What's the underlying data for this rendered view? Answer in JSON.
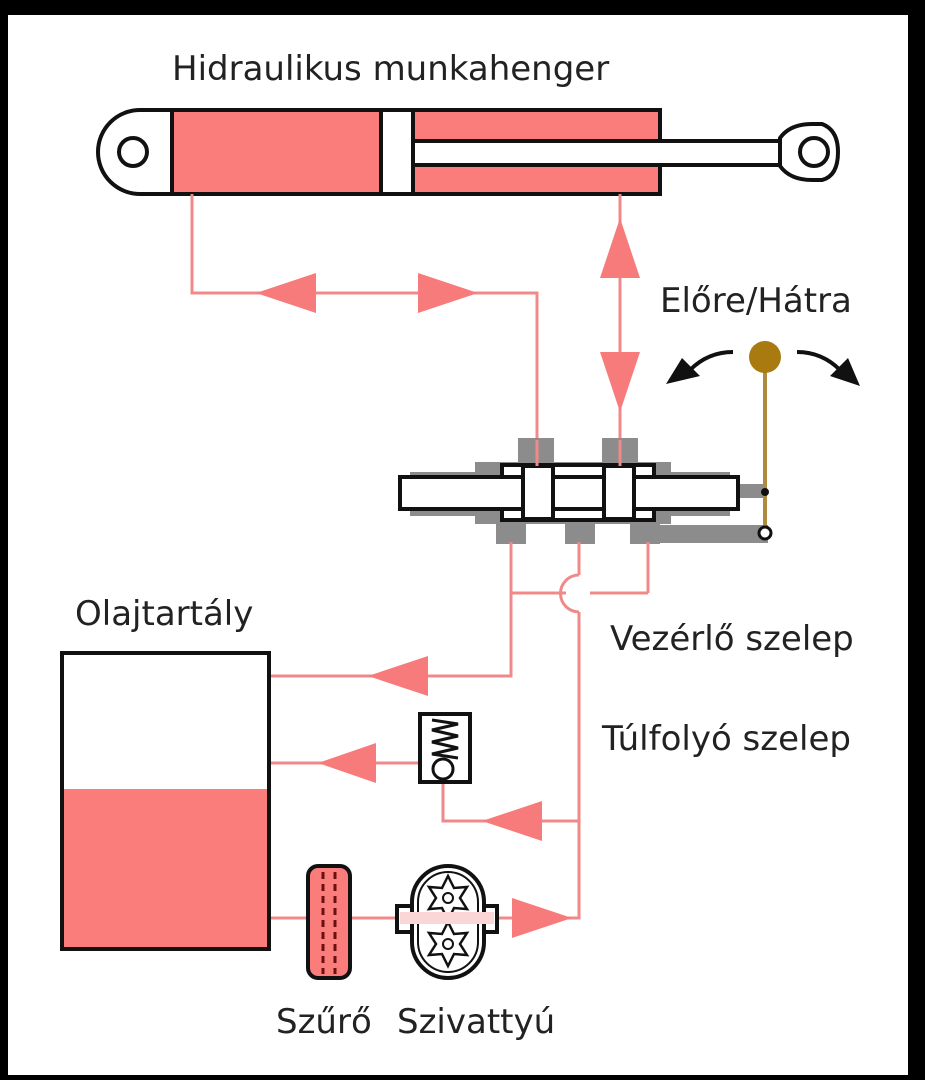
{
  "labels": {
    "cylinder": "Hidraulikus munkahenger",
    "lever": "Előre/Hátra",
    "control_valve": "Vezérlő szelep",
    "relief_valve": "Túlfolyó szelep",
    "tank": "Olajtartály",
    "filter": "Szűrő",
    "pump": "Szivattyú"
  },
  "colors": {
    "oil": "#fa7d7b",
    "pipe": "#f08a8a",
    "valve_body": "#8c8c8c",
    "lever": "#a87a10",
    "frame": "#000000"
  },
  "icons": {
    "lever_arrows": "curved-double-arrow-icon",
    "spring": "spring-icon",
    "gear": "gear-icon"
  }
}
